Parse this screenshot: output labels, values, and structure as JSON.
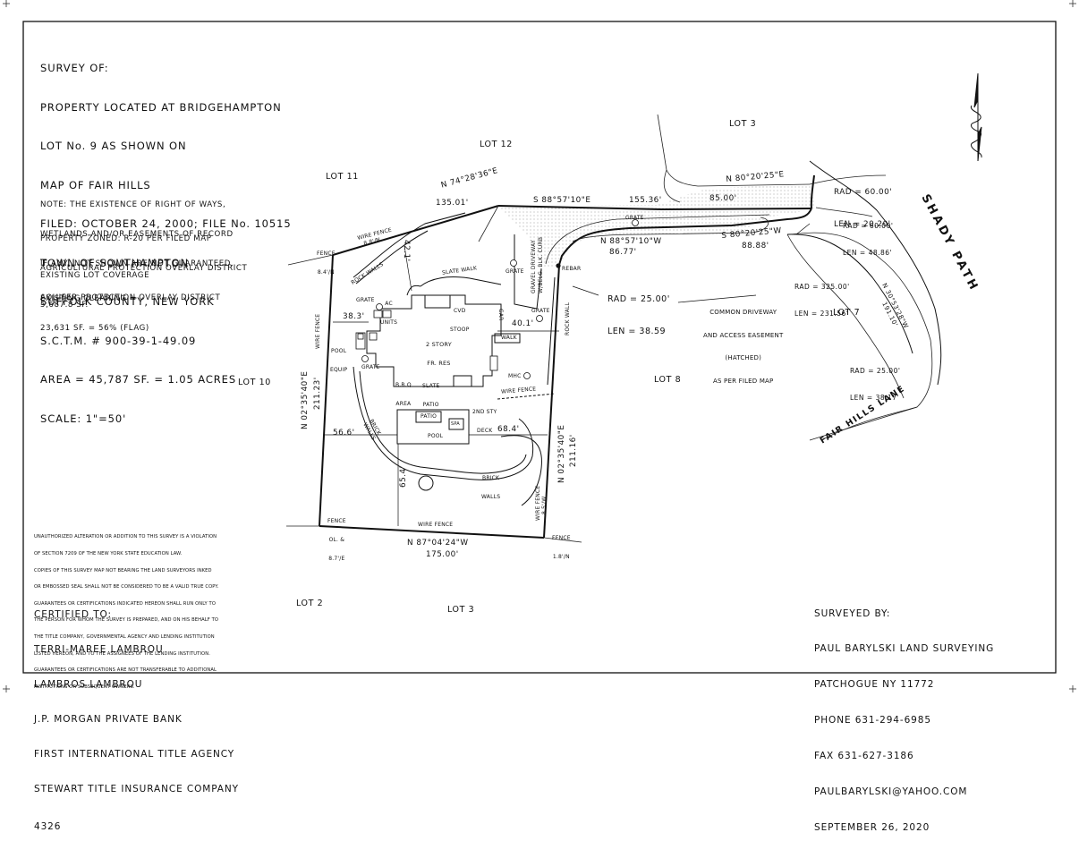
{
  "title_block": {
    "lines": [
      "SURVEY OF:",
      "PROPERTY LOCATED AT BRIDGEHAMPTON",
      "LOT No. 9 AS SHOWN ON",
      "MAP OF FAIR HILLS",
      "FILED: OCTOBER 24, 2000; FILE No. 10515",
      "TOWN OF SOUTHAMPTON",
      "SUFFOLK COUNTY, NEW YORK",
      "S.C.T.M. # 900-39-1-49.09",
      "AREA = 45,787 SF. = 1.05 ACRES",
      "SCALE: 1\"=50'"
    ]
  },
  "notes": {
    "easement_note": [
      "NOTE: THE EXISTENCE OF RIGHT OF WAYS,",
      "WETLANDS AND/OR EASEMENTS OF RECORD",
      "IF ANY, NOT SHOWN ARE NOT GUARANTEED."
    ],
    "zoning": [
      "PROPERTY ZONED: R-20 PER FILED MAP",
      "AGRICULTURAL PROTECTION OVERLAY DISTRICT",
      "AQUIFER PROTECTION OVERLAY DISTRICT"
    ],
    "lot_coverage": [
      "EXISTING LOT COVERAGE",
      "5,687.8 SF."
    ],
    "clearing": [
      "EXISTING CLEARING =",
      "23,631 SF. = 56% (FLAG)"
    ]
  },
  "disclaimer": [
    "UNAUTHORIZED ALTERATION OR ADDITION TO THIS SURVEY IS A VIOLATION",
    "OF SECTION 7209 OF THE NEW YORK STATE EDUCATION LAW.",
    "COPIES OF THIS SURVEY MAP NOT BEARING THE LAND SURVEYORS INKED",
    "OR EMBOSSED SEAL SHALL NOT BE CONSIDERED TO BE A VALID TRUE COPY.",
    "GUARANTEES OR CERTIFICATIONS INDICATED HEREON SHALL RUN ONLY TO",
    "THE PERSON FOR WHOM THE SURVEY IS PREPARED, AND ON HIS BEHALF TO",
    "THE TITLE COMPANY, GOVERNMENTAL AGENCY AND LENDING INSTITUTION",
    "LISTED HEREON, AND TO THE ASSIGNEES OF THE LENDING INSTITUTION.",
    "GUARANTEES OR CERTIFICATIONS ARE NOT TRANSFERABLE TO ADDITIONAL",
    "INSTITUTIONS OR SUBSEQUENT OWNERS."
  ],
  "certified": {
    "heading": "CERTIFIED TO:",
    "names": [
      "TERRI-MAREE LAMBROU",
      "LAMBROS LAMBROU",
      "J.P. MORGAN PRIVATE BANK",
      "FIRST INTERNATIONAL TITLE AGENCY",
      "STEWART TITLE INSURANCE COMPANY"
    ],
    "job_number": "4326"
  },
  "surveyor": {
    "lines": [
      "SURVEYED BY:",
      "PAUL BARYLSKI LAND SURVEYING",
      "PATCHOGUE NY 11772",
      "PHONE 631-294-6985",
      "FAX 631-627-3186",
      "PAULBARYLSKI@YAHOO.COM",
      "SEPTEMBER 26, 2020"
    ]
  },
  "lots": {
    "lot3_top": "LOT 3",
    "lot12": "LOT 12",
    "lot11": "LOT 11",
    "lot10": "LOT 10",
    "lot8": "LOT 8",
    "lot7": "LOT 7",
    "lot2": "LOT 2",
    "lot3_bottom": "LOT 3"
  },
  "streets": {
    "shady_path": "SHADY PATH",
    "fair_hills_lane": "FAIR HILLS LANE"
  },
  "bearings": {
    "north_line": [
      "N 74°28'36\"E",
      "135.01'"
    ],
    "easement_top": [
      "S 88°57'10\"E",
      "155.36'"
    ],
    "curve_top": [
      "N 80°20'25\"E",
      "85.00'"
    ],
    "easement_bottom": [
      "N 88°57'10\"W",
      "86.77'"
    ],
    "curve_bottom": [
      "S 80°20'25\"W",
      "88.88'"
    ],
    "west_line": [
      "N 02°35'40\"E",
      "211.23'"
    ],
    "east_line": [
      "N 02°35'40\"E",
      "211.16'"
    ],
    "south_line": [
      "N 87°04'24\"W",
      "175.00'"
    ],
    "shady_segment": [
      "N 30°53'28\"W",
      "191.10'"
    ]
  },
  "curves": {
    "c1": [
      "RAD = 60.00'",
      "LEN = 20.20'"
    ],
    "c2": [
      "RAD = 60.00'",
      "LEN = 48.86'"
    ],
    "c3": [
      "RAD = 325.00'",
      "LEN = 231.56'"
    ],
    "c4": [
      "RAD = 25.00'",
      "LEN = 38.17'"
    ],
    "c5": [
      "RAD = 25.00'",
      "LEN = 38.59"
    ]
  },
  "easement_label": [
    "COMMON DRIVEWAY",
    "AND ACCESS EASEMENT",
    "(HATCHED)",
    "AS PER FILED MAP"
  ],
  "site": {
    "house": [
      "2 STORY",
      "FR. RES"
    ],
    "cvd_stoop": [
      "CVD",
      "STOOP"
    ],
    "gar": "GAR",
    "walk": "WALK",
    "bbq": [
      "B.B.Q",
      "AREA"
    ],
    "slate_patio": [
      "SLATE",
      "PATIO"
    ],
    "deck": [
      "2ND STY",
      "DECK"
    ],
    "patio": "PATIO",
    "spa": "SPA",
    "pool": "POOL",
    "pool_equip": [
      "POOL",
      "EQUIP"
    ],
    "ac_units": [
      "AC",
      "UNITS"
    ],
    "grate": "GRATE",
    "mhc": "MHC",
    "rebar": "REBAR",
    "slate_walk": "SLATE WALK",
    "rock_walls": "ROCK WALLS",
    "rock_wall": "ROCK WALL",
    "brick_walls": [
      "BRICK",
      "WALLS"
    ],
    "gravel_driveway": [
      "GRAVEL DRIVEWAY",
      "W/BELG. BLK. CURB"
    ],
    "wire_fence": "WIRE FENCE",
    "fence_nw": [
      "FENCE",
      "8.4'/N"
    ],
    "fence_n": [
      "WIRE FENCE",
      "8.8'/N"
    ],
    "fence_sw": [
      "FENCE",
      "OL. &",
      "8.7'/E"
    ],
    "fence_se": [
      "FENCE",
      "1.8'/N"
    ],
    "fence_e": [
      "WIRE FENCE",
      "8.5'/W"
    ]
  },
  "dimensions": {
    "d1": "38.3'",
    "d2": "40.1'",
    "d3": "56.6'",
    "d4": "68.4'",
    "d5": "65.4'",
    "d6": "42.1'"
  }
}
